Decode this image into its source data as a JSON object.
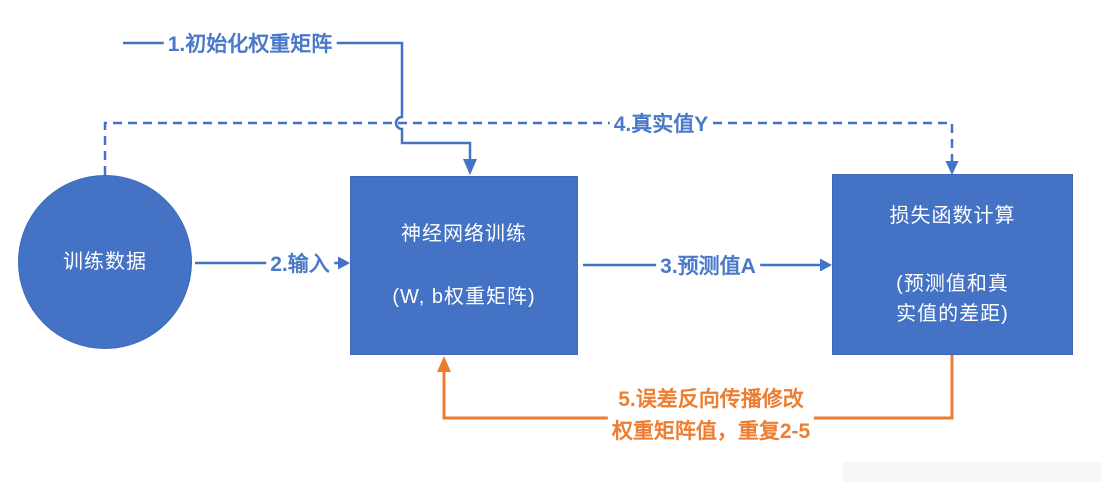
{
  "diagram": {
    "nodes": {
      "training_data": {
        "label": "训练数据",
        "shape": "circle"
      },
      "nn_training": {
        "line1": "神经网络训练",
        "line2": "(W, b权重矩阵)",
        "shape": "rect"
      },
      "loss_calc": {
        "line1": "损失函数计算",
        "line2": "(预测值和真",
        "line3": "实值的差距)",
        "shape": "rect"
      }
    },
    "edges": {
      "step1": {
        "label": "1.初始化权重矩阵",
        "style": "solid",
        "color": "#4472C4"
      },
      "step2": {
        "label": "2.输入",
        "style": "solid",
        "color": "#4472C4"
      },
      "step3": {
        "label": "3.预测值A",
        "style": "solid",
        "color": "#4472C4"
      },
      "step4": {
        "label": "4.真实值Y",
        "style": "dashed",
        "color": "#4472C4"
      },
      "step5": {
        "line1": "5.误差反向传播修改",
        "line2": "权重矩阵值，重复2-5",
        "style": "solid",
        "color": "#ED7D31"
      }
    },
    "colors": {
      "node_fill": "#4472C4",
      "node_text": "#FFFFFF",
      "blue_line": "#4472C4",
      "blue_label_text": "#4A79C9",
      "orange": "#ED7D31",
      "background": "#FFFFFF",
      "watermark_strip": "#F7F7F9"
    }
  }
}
